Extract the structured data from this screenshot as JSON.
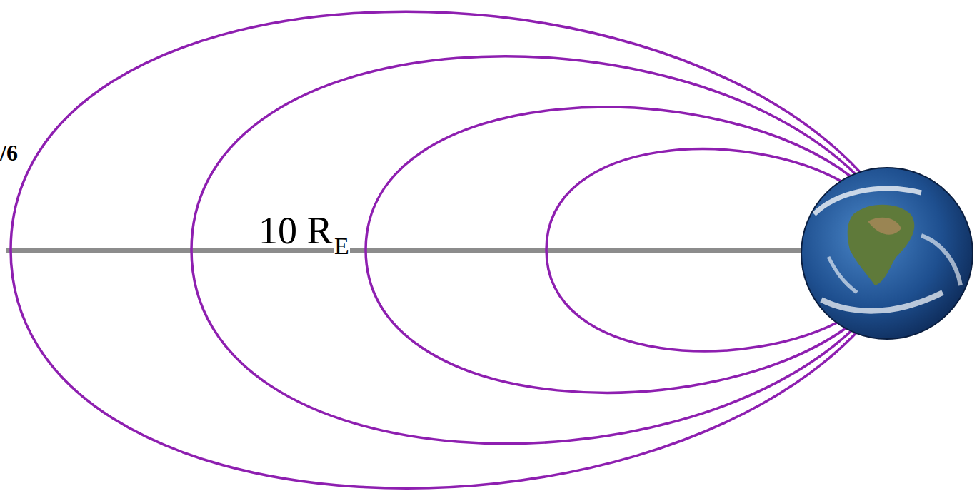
{
  "diagram": {
    "labels": [
      "/6",
      "10 R",
      "E"
    ]
  }
}
